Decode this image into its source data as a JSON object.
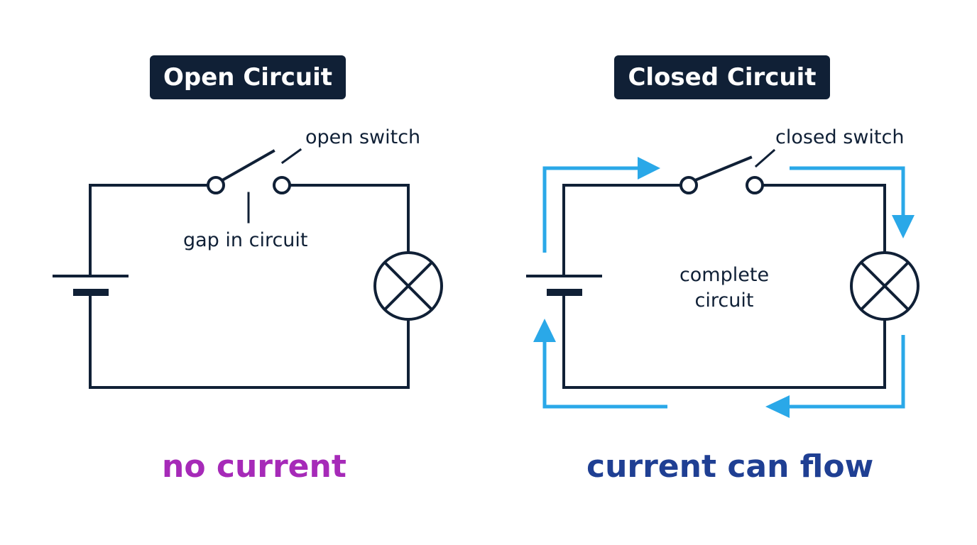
{
  "open_panel": {
    "title": "Open Circuit",
    "switch_label": "open switch",
    "gap_label": "gap in circuit",
    "caption": "no current"
  },
  "closed_panel": {
    "title": "Closed Circuit",
    "switch_label": "closed switch",
    "center_label": "complete circuit",
    "caption": "current can flow"
  },
  "colors": {
    "wire": "#102036",
    "current_arrow": "#2aa8e8",
    "no_current_text": "#a62ab8",
    "current_flow_text": "#1f3f93",
    "title_badge": "#102036"
  }
}
